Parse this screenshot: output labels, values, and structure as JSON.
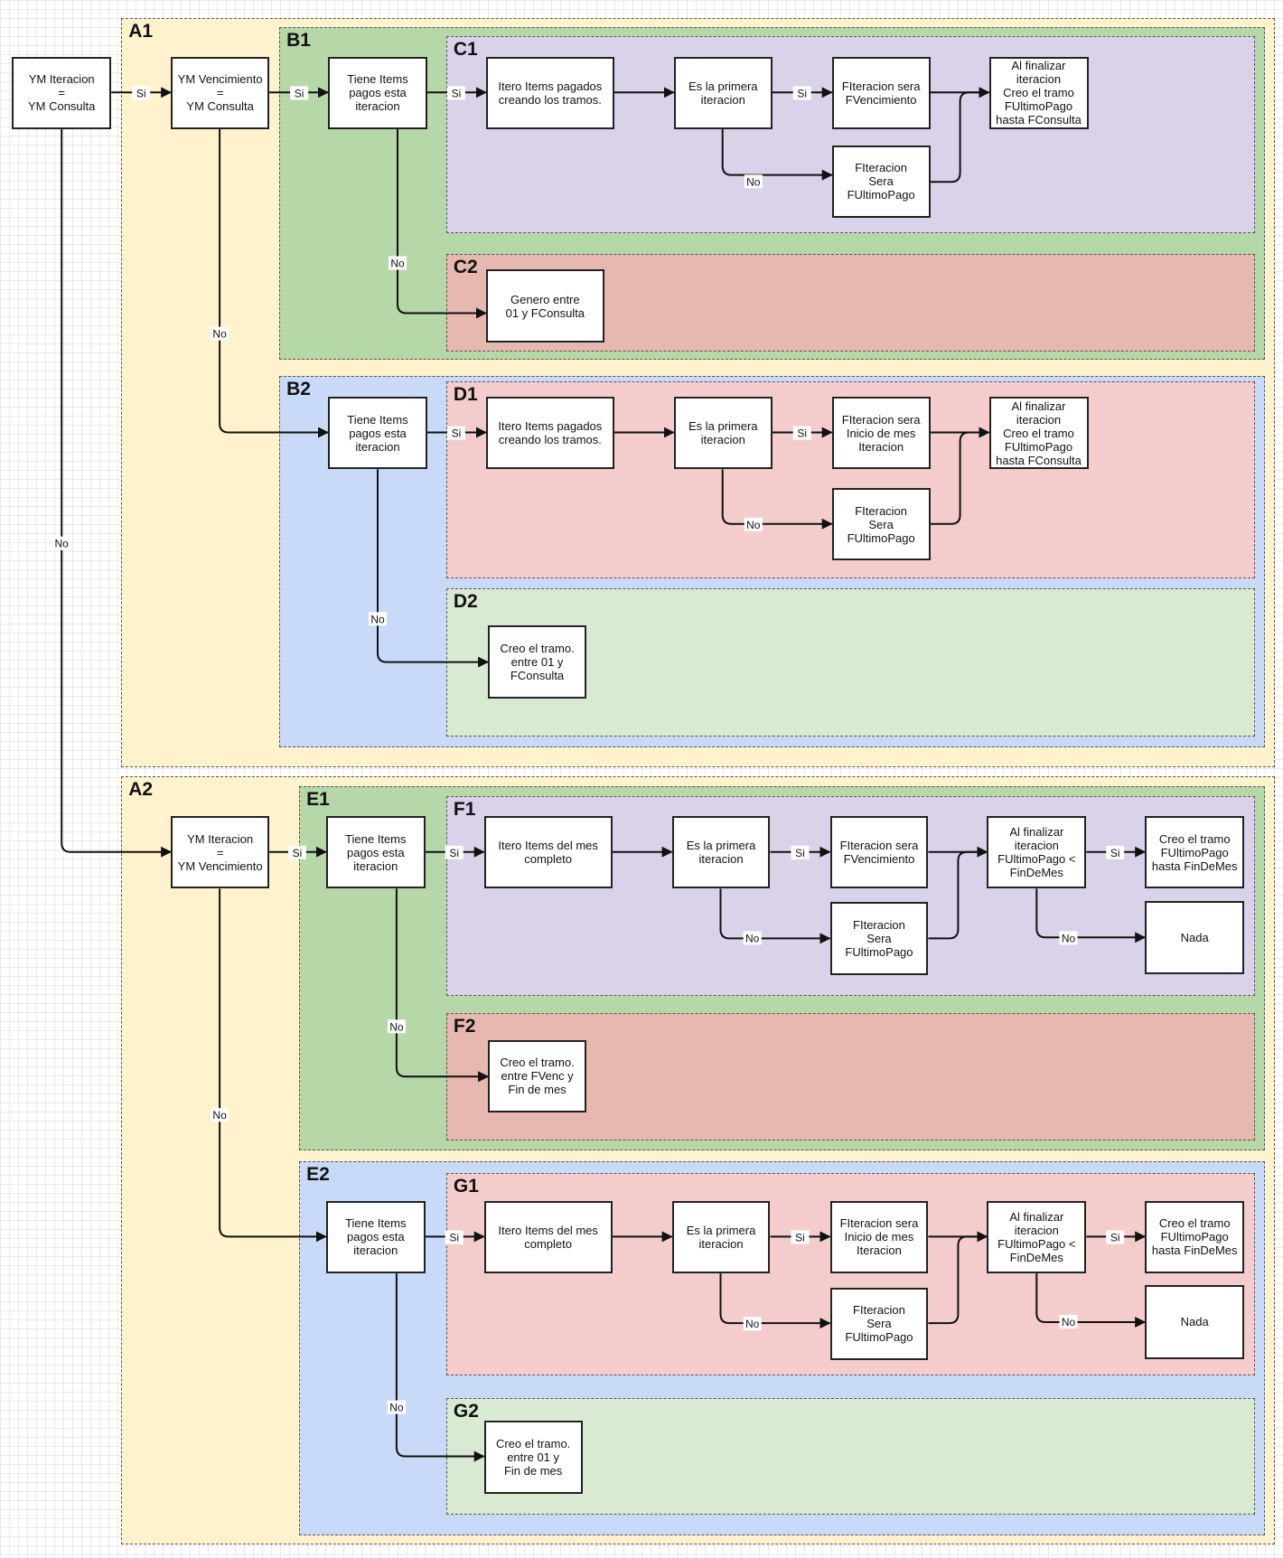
{
  "regions": [
    {
      "id": "A1",
      "label": "A1",
      "fill": "#fff2cc"
    },
    {
      "id": "B1",
      "label": "B1",
      "fill": "#b6d7a8"
    },
    {
      "id": "C1",
      "label": "C1",
      "fill": "#d9d2e9"
    },
    {
      "id": "C2",
      "label": "C2",
      "fill": "#e6b8af"
    },
    {
      "id": "B2",
      "label": "B2",
      "fill": "#c9daf8"
    },
    {
      "id": "D1",
      "label": "D1",
      "fill": "#f4cccc"
    },
    {
      "id": "D2",
      "label": "D2",
      "fill": "#d9ead3"
    },
    {
      "id": "A2",
      "label": "A2",
      "fill": "#fff2cc"
    },
    {
      "id": "E1",
      "label": "E1",
      "fill": "#b6d7a8"
    },
    {
      "id": "F1",
      "label": "F1",
      "fill": "#d9d2e9"
    },
    {
      "id": "F2",
      "label": "F2",
      "fill": "#e6b8af"
    },
    {
      "id": "E2",
      "label": "E2",
      "fill": "#c9daf8"
    },
    {
      "id": "G1",
      "label": "G1",
      "fill": "#f4cccc"
    },
    {
      "id": "G2",
      "label": "G2",
      "fill": "#d9ead3"
    }
  ],
  "nodes": [
    {
      "id": "n_start",
      "text": "YM Iteracion\n=\nYM Consulta"
    },
    {
      "id": "n_a1_venc",
      "text": "YM Vencimiento\n=\nYM Consulta"
    },
    {
      "id": "n_b1_items",
      "text": "Tiene Items\npagos esta\niteracion"
    },
    {
      "id": "n_c1_itero",
      "text": "Itero Items pagados\ncreando los tramos."
    },
    {
      "id": "n_c1_primera",
      "text": "Es la primera\niteracion"
    },
    {
      "id": "n_c1_fvenc",
      "text": "FIteracion sera\nFVencimiento"
    },
    {
      "id": "n_c1_fultimo",
      "text": "FIteracion\nSera\nFUltimoPago"
    },
    {
      "id": "n_c1_final",
      "text": "Al finalizar\niteracion\nCreo el tramo\nFUltimoPago\nhasta FConsulta"
    },
    {
      "id": "n_c2_genero",
      "text": "Genero entre\n01 y FConsulta"
    },
    {
      "id": "n_b2_items",
      "text": "Tiene Items\npagos esta\niteracion"
    },
    {
      "id": "n_d1_itero",
      "text": "Itero Items pagados\ncreando los tramos."
    },
    {
      "id": "n_d1_primera",
      "text": "Es la primera\niteracion"
    },
    {
      "id": "n_d1_inicio",
      "text": "FIteracion sera\nInicio de mes\nIteracion"
    },
    {
      "id": "n_d1_fultimo",
      "text": "FIteracion\nSera\nFUltimoPago"
    },
    {
      "id": "n_d1_final",
      "text": "Al finalizar\niteracion\nCreo el tramo\nFUltimoPago\nhasta FConsulta"
    },
    {
      "id": "n_d2_creo",
      "text": "Creo el tramo.\nentre 01 y\nFConsulta"
    },
    {
      "id": "n_a2_venc",
      "text": "YM Iteracion\n=\nYM Vencimiento"
    },
    {
      "id": "n_e1_items",
      "text": "Tiene Items\npagos esta\niteracion"
    },
    {
      "id": "n_f1_itero",
      "text": "Itero Items del mes\ncompleto"
    },
    {
      "id": "n_f1_primera",
      "text": "Es la primera\niteracion"
    },
    {
      "id": "n_f1_fvenc",
      "text": "FIteracion sera\nFVencimiento"
    },
    {
      "id": "n_f1_fultimo",
      "text": "FIteracion\nSera\nFUltimoPago"
    },
    {
      "id": "n_f1_final",
      "text": "Al finalizar\niteracion\nFUltimoPago <\nFinDeMes"
    },
    {
      "id": "n_f1_creo",
      "text": "Creo el tramo\nFUltimoPago\nhasta FinDeMes"
    },
    {
      "id": "n_f1_nada",
      "text": "Nada"
    },
    {
      "id": "n_f2_creo",
      "text": "Creo el tramo.\nentre FVenc y\nFin de mes"
    },
    {
      "id": "n_e2_items",
      "text": "Tiene Items\npagos esta\niteracion"
    },
    {
      "id": "n_g1_itero",
      "text": "Itero Items del mes\ncompleto"
    },
    {
      "id": "n_g1_primera",
      "text": "Es la primera\niteracion"
    },
    {
      "id": "n_g1_inicio",
      "text": "FIteracion sera\nInicio de mes\nIteracion"
    },
    {
      "id": "n_g1_fultimo",
      "text": "FIteracion\nSera\nFUltimoPago"
    },
    {
      "id": "n_g1_final",
      "text": "Al finalizar\niteracion\nFUltimoPago <\nFinDeMes"
    },
    {
      "id": "n_g1_creo",
      "text": "Creo el tramo\nFUltimoPago\nhasta FinDeMes"
    },
    {
      "id": "n_g1_nada",
      "text": "Nada"
    },
    {
      "id": "n_g2_creo",
      "text": "Creo el tramo.\nentre 01 y\nFin de mes"
    }
  ],
  "edges": [
    {
      "from": "n_start",
      "to": "n_a1_venc",
      "label": "Si"
    },
    {
      "from": "n_a1_venc",
      "to": "n_b1_items",
      "label": "Si"
    },
    {
      "from": "n_b1_items",
      "to": "n_c1_itero",
      "label": "Si"
    },
    {
      "from": "n_c1_itero",
      "to": "n_c1_primera",
      "label": ""
    },
    {
      "from": "n_c1_primera",
      "to": "n_c1_fvenc",
      "label": "Si"
    },
    {
      "from": "n_c1_primera",
      "to": "n_c1_fultimo",
      "label": "No"
    },
    {
      "from": "n_c1_fvenc",
      "to": "n_c1_final",
      "label": ""
    },
    {
      "from": "n_c1_fultimo",
      "to": "n_c1_final",
      "label": ""
    },
    {
      "from": "n_b1_items",
      "to": "n_c2_genero",
      "label": "No"
    },
    {
      "from": "n_a1_venc",
      "to": "n_b2_items",
      "label": "No"
    },
    {
      "from": "n_b2_items",
      "to": "n_d1_itero",
      "label": "Si"
    },
    {
      "from": "n_d1_itero",
      "to": "n_d1_primera",
      "label": ""
    },
    {
      "from": "n_d1_primera",
      "to": "n_d1_inicio",
      "label": "Si"
    },
    {
      "from": "n_d1_primera",
      "to": "n_d1_fultimo",
      "label": "No"
    },
    {
      "from": "n_d1_inicio",
      "to": "n_d1_final",
      "label": ""
    },
    {
      "from": "n_d1_fultimo",
      "to": "n_d1_final",
      "label": ""
    },
    {
      "from": "n_b2_items",
      "to": "n_d2_creo",
      "label": "No"
    },
    {
      "from": "n_start",
      "to": "n_a2_venc",
      "label": "No"
    },
    {
      "from": "n_a2_venc",
      "to": "n_e1_items",
      "label": "Si"
    },
    {
      "from": "n_e1_items",
      "to": "n_f1_itero",
      "label": "Si"
    },
    {
      "from": "n_f1_itero",
      "to": "n_f1_primera",
      "label": ""
    },
    {
      "from": "n_f1_primera",
      "to": "n_f1_fvenc",
      "label": "Si"
    },
    {
      "from": "n_f1_primera",
      "to": "n_f1_fultimo",
      "label": "No"
    },
    {
      "from": "n_f1_fvenc",
      "to": "n_f1_final",
      "label": ""
    },
    {
      "from": "n_f1_fultimo",
      "to": "n_f1_final",
      "label": ""
    },
    {
      "from": "n_f1_final",
      "to": "n_f1_creo",
      "label": "Si"
    },
    {
      "from": "n_f1_final",
      "to": "n_f1_nada",
      "label": "No"
    },
    {
      "from": "n_e1_items",
      "to": "n_f2_creo",
      "label": "No"
    },
    {
      "from": "n_a2_venc",
      "to": "n_e2_items",
      "label": "No"
    },
    {
      "from": "n_e2_items",
      "to": "n_g1_itero",
      "label": "Si"
    },
    {
      "from": "n_g1_itero",
      "to": "n_g1_primera",
      "label": ""
    },
    {
      "from": "n_g1_primera",
      "to": "n_g1_inicio",
      "label": "Si"
    },
    {
      "from": "n_g1_primera",
      "to": "n_g1_fultimo",
      "label": "No"
    },
    {
      "from": "n_g1_inicio",
      "to": "n_g1_final",
      "label": ""
    },
    {
      "from": "n_g1_fultimo",
      "to": "n_g1_final",
      "label": ""
    },
    {
      "from": "n_g1_final",
      "to": "n_g1_creo",
      "label": "Si"
    },
    {
      "from": "n_g1_final",
      "to": "n_g1_nada",
      "label": "No"
    },
    {
      "from": "n_e2_items",
      "to": "n_g2_creo",
      "label": "No"
    }
  ]
}
